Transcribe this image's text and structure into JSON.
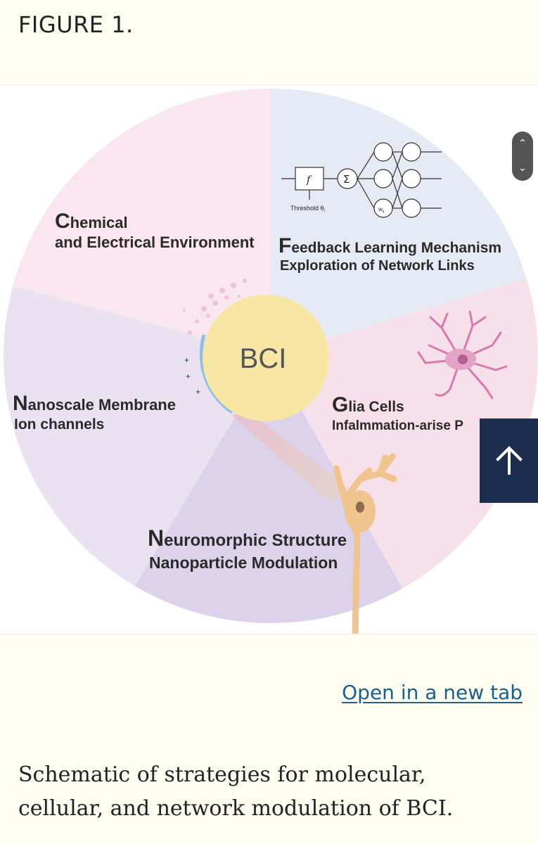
{
  "figure": {
    "label": "FIGURE 1.",
    "center_label": "BCI",
    "sectors": {
      "chemical": {
        "initial": "C",
        "line1_rest": "hemical",
        "line2": "and Electrical Environment",
        "color": "#f9e6ee"
      },
      "feedback": {
        "initial": "F",
        "line1_rest": "eedback Learning Mechanism",
        "line2": "Exploration of Network Links",
        "color": "#e5e9f4"
      },
      "glia": {
        "initial": "G",
        "line1_rest": "lia Cells",
        "line2": "Infalmmation-arise P",
        "color": "#f6e1ea"
      },
      "neuromorphic": {
        "initial": "N",
        "line1_rest": "euromorphic Structure",
        "line2": "Nanoparticle Modulation",
        "color": "#dcd4ea"
      },
      "nanoscale": {
        "initial": "N",
        "line1_rest": "anoscale Membrane",
        "line2": "Ion channels",
        "color": "#e9e0f0"
      }
    },
    "network": {
      "function_symbol": "f",
      "sum_symbol": "Σ",
      "threshold_label": "Threshold θ",
      "threshold_sub": "i",
      "weight_label": "w",
      "weight_sub": "ij"
    },
    "ion_signs": [
      "+",
      "+",
      "+"
    ]
  },
  "controls": {
    "scroll_up_icon": "chevron-up-icon",
    "scroll_down_icon": "chevron-down-icon",
    "back_to_top_icon": "arrow-up-icon"
  },
  "links": {
    "open_new_tab": "Open in a new tab"
  },
  "caption": "Schematic of strategies for molecular, cellular, and network modulation of BCI.",
  "colors": {
    "page_bg": "#fdfcf0",
    "link": "#1b5f8c",
    "back_to_top_bg": "#1c2d4d",
    "center_circle": "#f8e6a4"
  }
}
